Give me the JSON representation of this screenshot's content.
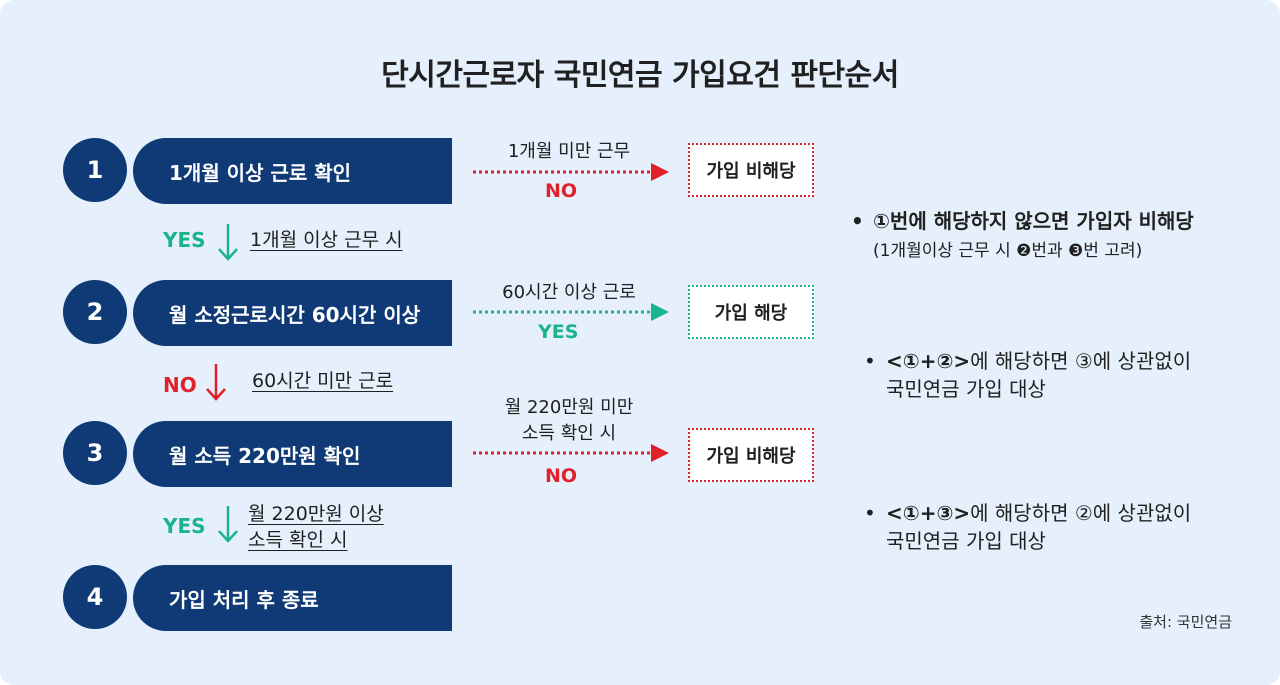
{
  "title": "단시간근로자 국민연금 가입요건 판단순서",
  "steps": [
    {
      "num": "1",
      "label": "1개월 이상 근로 확인"
    },
    {
      "num": "2",
      "label": "월 소정근로시간 60시간 이상"
    },
    {
      "num": "3",
      "label": "월 소득 220만원 확인"
    },
    {
      "num": "4",
      "label": "가입 처리 후 종료"
    }
  ],
  "connectors": [
    {
      "word": "YES",
      "text_lines": [
        "1개월 이상 근무 시"
      ]
    },
    {
      "word": "NO",
      "text_lines": [
        "60시간 미만 근로"
      ]
    },
    {
      "word": "YES",
      "text_lines": [
        "월 220만원 이상",
        "소득 확인 시"
      ]
    }
  ],
  "branches": [
    {
      "label_lines": [
        "1개월 미만 근무"
      ],
      "word": "NO",
      "result": "가입 비해당"
    },
    {
      "label_lines": [
        "60시간 이상 근로"
      ],
      "word": "YES",
      "result": "가입 해당"
    },
    {
      "label_lines": [
        "월 220만원 미만",
        "소득 확인 시"
      ],
      "word": "NO",
      "result": "가입 비해당"
    }
  ],
  "notes": [
    {
      "bullet": "•",
      "main": "①번에 해당하지 않으면 가입자 비해당",
      "sub": "(1개월이상 근무 시 ❷번과 ❸번 고려)"
    },
    {
      "bullet": "•",
      "bold": "<①+②>",
      "line1": "에 해당하면 ③에 상관없이",
      "line2": "국민연금 가입 대상"
    },
    {
      "bullet": "•",
      "bold": "<①+③>",
      "line1": "에 해당하면 ②에 상관없이",
      "line2": "국민연금 가입 대상"
    }
  ],
  "source": "출처: 국민연금",
  "colors": {
    "navy": "#0f3a75",
    "green": "#1ab38a",
    "red": "#e0202a",
    "background": "#e5f0fc"
  }
}
